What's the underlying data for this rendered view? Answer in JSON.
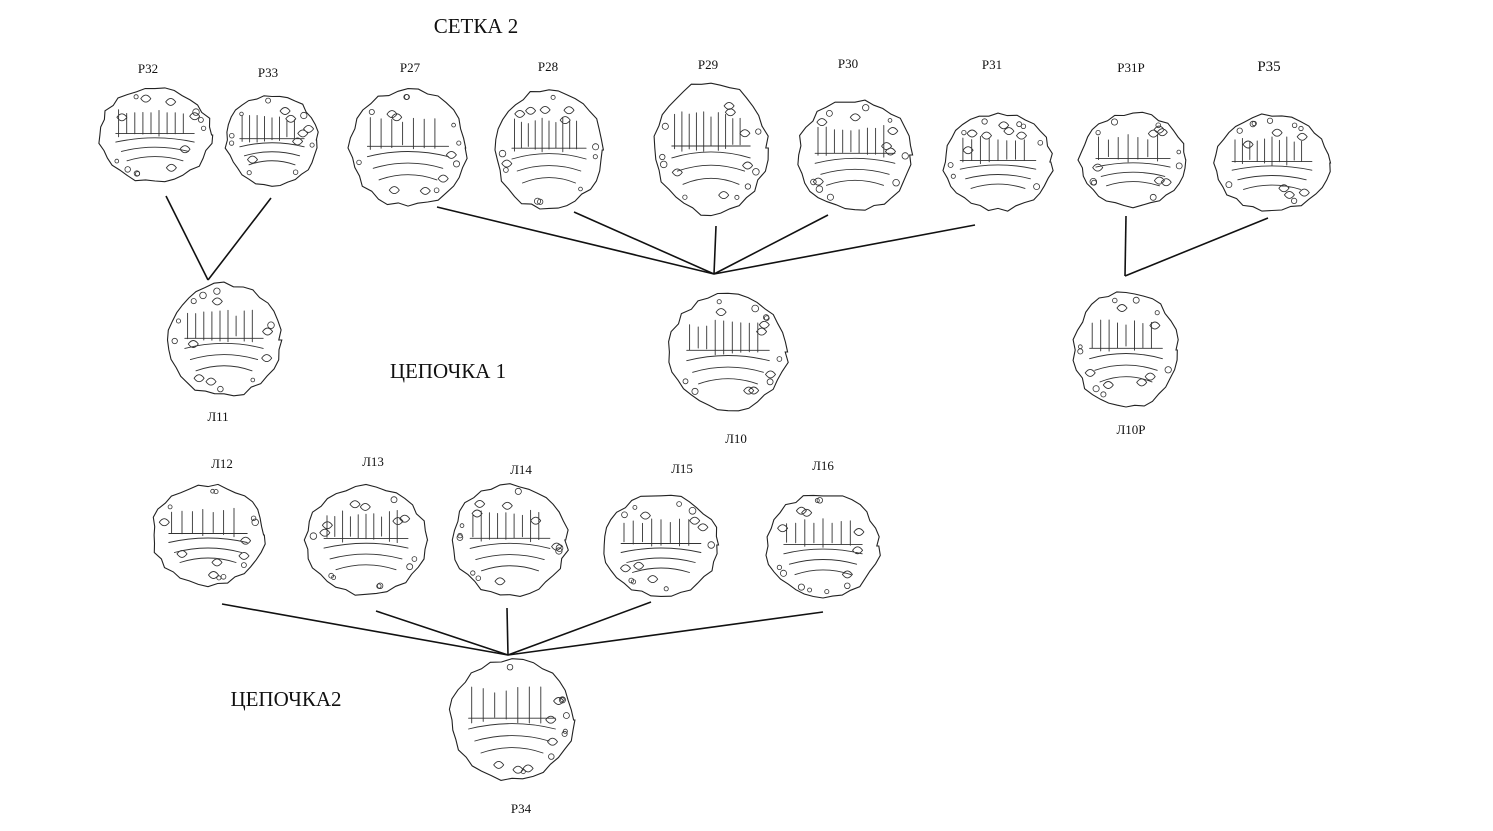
{
  "title": "СЕТКА 2",
  "chains": [
    {
      "id": "chain1",
      "label": "ЦЕПОЧКА 1"
    },
    {
      "id": "chain2",
      "label": "ЦЕПОЧКА2"
    }
  ],
  "coins": [
    {
      "id": "r32",
      "label": "Р32"
    },
    {
      "id": "r33",
      "label": "Р33"
    },
    {
      "id": "r27",
      "label": "Р27"
    },
    {
      "id": "r28",
      "label": "Р28"
    },
    {
      "id": "r29",
      "label": "Р29"
    },
    {
      "id": "r30",
      "label": "Р30"
    },
    {
      "id": "r31",
      "label": "Р31"
    },
    {
      "id": "r31p",
      "label": "Р31Р"
    },
    {
      "id": "r35",
      "label": "Р35"
    },
    {
      "id": "l11",
      "label": "Л11"
    },
    {
      "id": "l10",
      "label": "Л10"
    },
    {
      "id": "l10p",
      "label": "Л10Р"
    },
    {
      "id": "l12",
      "label": "Л12"
    },
    {
      "id": "l13",
      "label": "Л13"
    },
    {
      "id": "l14",
      "label": "Л14"
    },
    {
      "id": "l15",
      "label": "Л15"
    },
    {
      "id": "l16",
      "label": "Л16"
    },
    {
      "id": "r34",
      "label": "Р34"
    }
  ],
  "links": [
    {
      "from": "r32",
      "to": "l11"
    },
    {
      "from": "r33",
      "to": "l11"
    },
    {
      "from": "r27",
      "to": "l10"
    },
    {
      "from": "r28",
      "to": "l10"
    },
    {
      "from": "r29",
      "to": "l10"
    },
    {
      "from": "r30",
      "to": "l10"
    },
    {
      "from": "r31",
      "to": "l10"
    },
    {
      "from": "r31p",
      "to": "l10p"
    },
    {
      "from": "r35",
      "to": "l10p"
    },
    {
      "from": "l12",
      "to": "r34"
    },
    {
      "from": "l13",
      "to": "r34"
    },
    {
      "from": "l14",
      "to": "r34"
    },
    {
      "from": "l15",
      "to": "r34"
    },
    {
      "from": "l16",
      "to": "r34"
    }
  ]
}
